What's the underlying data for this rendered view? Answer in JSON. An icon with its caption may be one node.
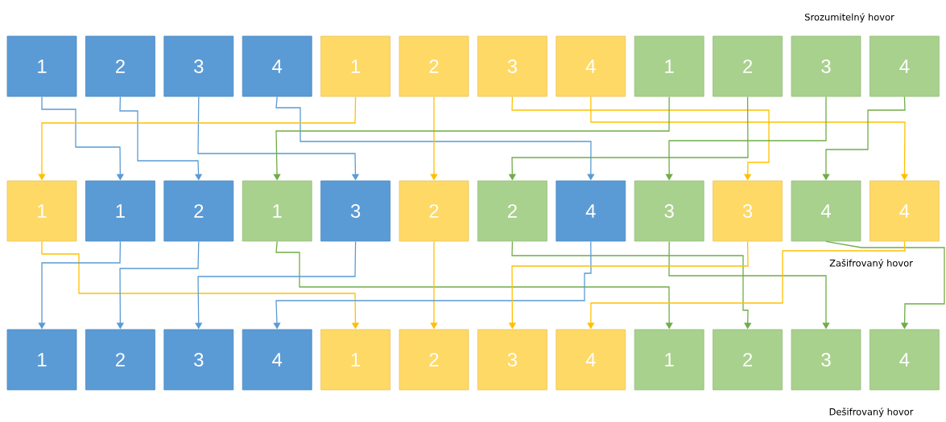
{
  "diagram": {
    "nodes": [
      {
        "text": [
          "1"
        ]
      },
      {
        "text": [
          "2"
        ]
      },
      {
        "text": [
          "3"
        ]
      },
      {
        "text": [
          "4"
        ]
      },
      {
        "text": [
          "1"
        ]
      },
      {
        "text": [
          "2"
        ]
      },
      {
        "text": [
          "3"
        ]
      },
      {
        "text": [
          "4"
        ]
      },
      {
        "text": [
          "1"
        ]
      },
      {
        "text": [
          "2"
        ]
      },
      {
        "text": [
          "3"
        ]
      },
      {
        "text": [
          "4"
        ]
      },
      {
        "text": [
          "1"
        ]
      },
      {
        "text": [
          "1"
        ]
      },
      {
        "text": [
          "2"
        ]
      },
      {
        "text": [
          "1"
        ]
      },
      {
        "text": [
          "3"
        ]
      },
      {
        "text": [
          "2"
        ]
      },
      {
        "text": [
          "2"
        ]
      },
      {
        "text": [
          "4"
        ]
      },
      {
        "text": [
          "3"
        ]
      },
      {
        "text": [
          "3"
        ]
      },
      {
        "text": [
          "4"
        ]
      },
      {
        "text": [
          "4"
        ]
      },
      {
        "text": [
          "1"
        ]
      },
      {
        "text": [
          "2"
        ]
      },
      {
        "text": [
          "3"
        ]
      },
      {
        "text": [
          "4"
        ]
      },
      {
        "text": [
          "1"
        ]
      },
      {
        "text": [
          "2"
        ]
      },
      {
        "text": [
          "3"
        ]
      },
      {
        "text": [
          "4"
        ]
      },
      {
        "text": [
          "1"
        ]
      },
      {
        "text": [
          "2"
        ]
      },
      {
        "text": [
          "3"
        ]
      },
      {
        "text": [
          "4"
        ]
      }
    ],
    "edges": [
      {
        "from": 0,
        "to": 13,
        "arrow": "to",
        "color": "#5b9bd5"
      },
      {
        "from": 1,
        "to": 14,
        "arrow": "to",
        "color": "#5b9bd5"
      },
      {
        "from": 2,
        "to": 16,
        "arrow": "to",
        "color": "#5b9bd5"
      },
      {
        "from": 3,
        "to": 19,
        "arrow": "to",
        "color": "#5b9bd5"
      },
      {
        "from": 4,
        "to": 12,
        "arrow": "to",
        "color": "#ffc000"
      },
      {
        "from": 5,
        "to": 17,
        "arrow": "to",
        "color": "#ffc000"
      },
      {
        "from": 6,
        "to": 21,
        "arrow": "to",
        "color": "#ffc000"
      },
      {
        "from": 7,
        "to": 23,
        "arrow": "to",
        "color": "#ffc000"
      },
      {
        "from": 8,
        "to": 15,
        "arrow": "to",
        "color": "#70ad47"
      },
      {
        "from": 9,
        "to": 18,
        "arrow": "to",
        "color": "#70ad47"
      },
      {
        "from": 10,
        "to": 20,
        "arrow": "to",
        "color": "#70ad47"
      },
      {
        "from": 11,
        "to": 22,
        "arrow": "to",
        "color": "#70ad47"
      },
      {
        "from": 12,
        "to": 28,
        "arrow": "to",
        "color": "#ffc000"
      },
      {
        "from": 13,
        "to": 24,
        "arrow": "to",
        "color": "#5b9bd5"
      },
      {
        "from": 14,
        "to": 25,
        "arrow": "to",
        "color": "#5b9bd5"
      },
      {
        "from": 15,
        "to": 32,
        "arrow": "to",
        "color": "#70ad47"
      },
      {
        "from": 16,
        "to": 26,
        "arrow": "to",
        "color": "#5b9bd5"
      },
      {
        "from": 17,
        "to": 29,
        "arrow": "to",
        "color": "#ffc000"
      },
      {
        "from": 18,
        "to": 33,
        "arrow": "to",
        "color": "#70ad47"
      },
      {
        "from": 19,
        "to": 27,
        "arrow": "to",
        "color": "#5b9bd5"
      },
      {
        "from": 20,
        "to": 34,
        "arrow": "to",
        "color": "#70ad47"
      },
      {
        "from": 21,
        "to": 30,
        "arrow": "to",
        "color": "#ffc000"
      },
      {
        "from": 22,
        "to": 35,
        "arrow": "to",
        "color": "#70ad47"
      },
      {
        "from": 23,
        "to": 31,
        "arrow": "to",
        "color": "#ffc000"
      }
    ],
    "labels": [
      "Srozumitelný hovor",
      "Zašifrovaný hovor",
      "Dešifrovaný hovor"
    ]
  }
}
